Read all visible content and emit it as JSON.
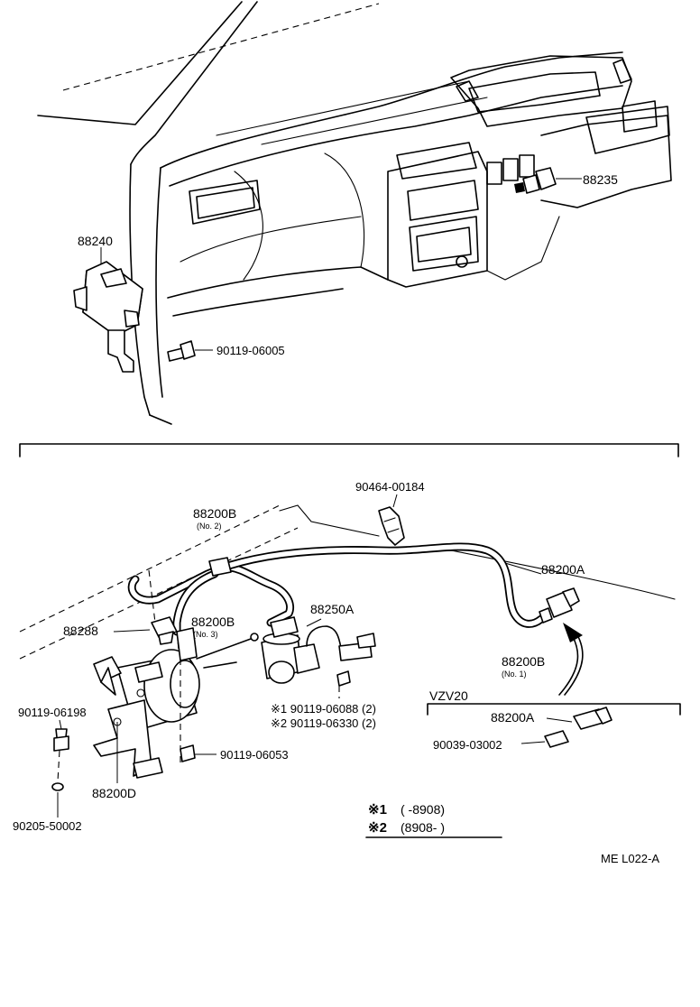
{
  "parts": {
    "p88240": "88240",
    "p88235": "88235",
    "p90119_06005": "90119-06005",
    "p90464_00184": "90464-00184",
    "p88200B_no2": "88200B",
    "no2": "(No. 2)",
    "p88200A": "88200A",
    "p88288": "88288",
    "p88200B_no3": "88200B",
    "no3": "(No. 3)",
    "p88250A": "88250A",
    "p88200B_no1": "88200B",
    "no1": "(No. 1)",
    "p90119_06198": "90119-06198",
    "p90119_06088": "※1  90119-06088 (2)",
    "p90119_06330": "※2  90119-06330 (2)",
    "p90119_06053": "90119-06053",
    "p88200D": "88200D",
    "p90205_50002": "90205-50002",
    "vzv20": "VZV20",
    "p88200A_vzv": "88200A",
    "p90039_03002": "90039-03002"
  },
  "legend": {
    "row1_mark": "※1",
    "row1_range": "(        -8908)",
    "row2_mark": "※2",
    "row2_range": "(8908-         )"
  },
  "diagram_code": "ME L022-A"
}
